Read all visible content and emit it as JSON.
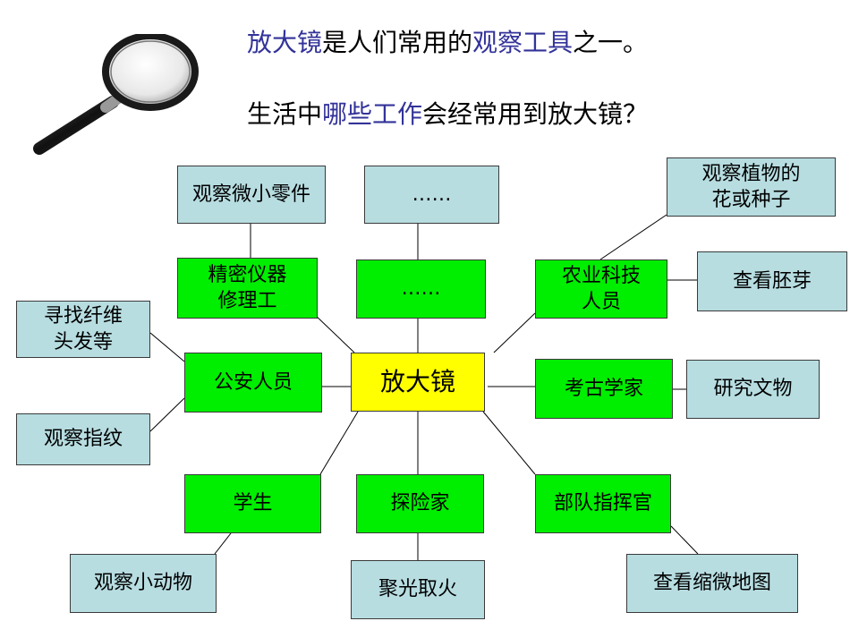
{
  "header": {
    "line1": {
      "a": "放大镜",
      "b": "是人们常用的",
      "c": "观察工具",
      "d": "之一。"
    },
    "line2": {
      "a": "生活中",
      "b": "哪些工作",
      "c": "会经常用到放大镜？"
    }
  },
  "diagram": {
    "center": "放大镜",
    "occupations": {
      "precision": "精密仪器\n修理工",
      "unknown": "……",
      "agri": "农业科技\n人员",
      "police": "公安人员",
      "archaeologist": "考古学家",
      "student": "学生",
      "explorer": "探险家",
      "commander": "部队指挥官"
    },
    "uses": {
      "parts": "观察微小零件",
      "unknown": "……",
      "plants": "观察植物的\n花或种子",
      "embryo": "查看胚芽",
      "fiber": "寻找纤维\n头发等",
      "fingerprint": "观察指纹",
      "relics": "研究文物",
      "animals": "观察小动物",
      "fire": "聚光取火",
      "map": "查看缩微地图"
    }
  },
  "colors": {
    "occupation_fill": "#00ee00",
    "use_fill": "#b7dde1",
    "center_fill": "#ffff00",
    "highlight_text": "#33339a"
  }
}
